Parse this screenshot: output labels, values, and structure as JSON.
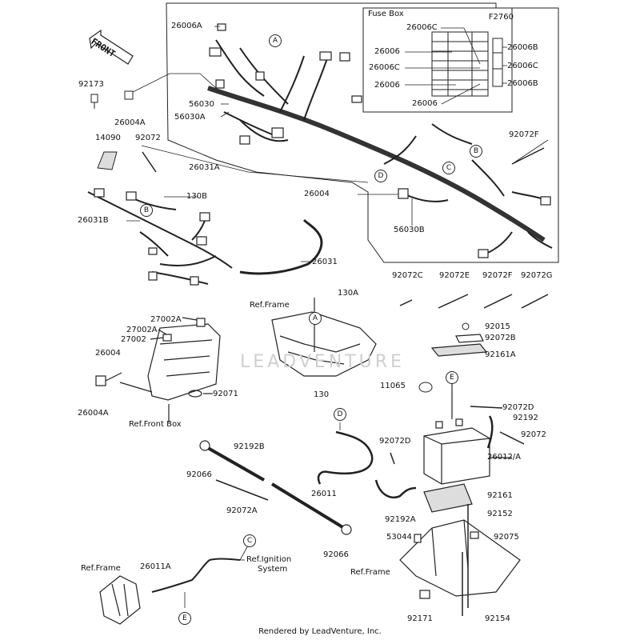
{
  "figure_id": "F2760",
  "fuse_box_title": "Fuse Box",
  "front_label": "FRONT",
  "watermark": "LEADVENTURE",
  "footer": "Rendered by LeadVenture, Inc.",
  "colors": {
    "line": "#222222",
    "background": "#ffffff",
    "watermark": "#cfcfcf"
  },
  "labels": {
    "26006A": "26006A",
    "92173": "92173",
    "26004A_top": "26004A",
    "56030": "56030",
    "56030A": "56030A",
    "14090": "14090",
    "92072_left": "92072",
    "26031A": "26031A",
    "130B": "130B",
    "26031B": "26031B",
    "26004_mid": "26004",
    "56030B": "56030B",
    "92072F_top": "92072F",
    "26031": "26031",
    "fb_26006C_top": "26006C",
    "fb_26006_1": "26006",
    "fb_26006C_mid": "26006C",
    "fb_26006_2": "26006",
    "fb_26006_bottom": "26006",
    "fb_26006B_top": "26006B",
    "fb_26006C_right": "26006C",
    "fb_26006B_bottom": "26006B",
    "92072C": "92072C",
    "92072E": "92072E",
    "92072F_row": "92072F",
    "92072G": "92072G",
    "ref_frame_1": "Ref.Frame",
    "130A": "130A",
    "27002A_1": "27002A",
    "27002A_2": "27002A",
    "27002": "27002",
    "26004_left": "26004",
    "26004A_bottom": "26004A",
    "92071": "92071",
    "ref_front_box": "Ref.Front Box",
    "130": "130",
    "92015": "92015",
    "92072B": "92072B",
    "92161A": "92161A",
    "11065": "11065",
    "92072D_right": "92072D",
    "92192": "92192",
    "92072_right": "92072",
    "92072D_mid": "92072D",
    "26012A": "26012/A",
    "92192B": "92192B",
    "92066_left": "92066",
    "92072A": "92072A",
    "26011": "26011",
    "92192A": "92192A",
    "92161": "92161",
    "92152": "92152",
    "53044": "53044",
    "92075": "92075",
    "92066_right": "92066",
    "ref_frame_2": "Ref.Frame",
    "26011A": "26011A",
    "ref_ignition_1": "Ref.Ignition",
    "ref_ignition_2": "System",
    "ref_frame_3": "Ref.Frame",
    "92171": "92171",
    "92154": "92154"
  },
  "callouts": {
    "A_top": "A",
    "B_left": "B",
    "B_right": "B",
    "C_top": "C",
    "D_top": "D",
    "A_mid": "A",
    "D_mid": "D",
    "E_battery": "E",
    "C_bottom": "C",
    "E_bottom": "E"
  }
}
